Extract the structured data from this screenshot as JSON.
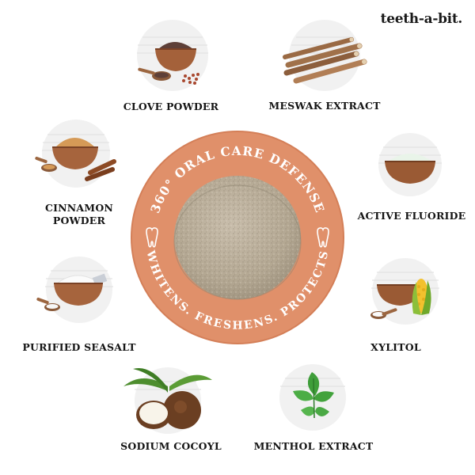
{
  "brand": {
    "name": "teeth-a-bit."
  },
  "center": {
    "top_text": "360° ORAL CARE DEFENSE",
    "bottom_text": "WHITENS. FRESHENS. PROTECTS",
    "ring_color": "#e0906a",
    "tablet_color": "#b9ad9b"
  },
  "ingredients": [
    {
      "id": "clove-powder",
      "label": "CLOVE POWDER"
    },
    {
      "id": "meswak-extract",
      "label": "MESWAK EXTRACT"
    },
    {
      "id": "cinnamon-powder",
      "label": "CINNAMON POWDER",
      "label_lines": [
        "CINNAMON",
        "POWDER"
      ]
    },
    {
      "id": "active-fluoride",
      "label": "ACTIVE FLUORIDE"
    },
    {
      "id": "purified-seasalt",
      "label": "PURIFIED SEASALT"
    },
    {
      "id": "xylitol",
      "label": "XYLITOL"
    },
    {
      "id": "sodium-cocoyl",
      "label": "SODIUM COCOYL"
    },
    {
      "id": "menthol-extract",
      "label": "MENTHOL EXTRACT"
    }
  ]
}
